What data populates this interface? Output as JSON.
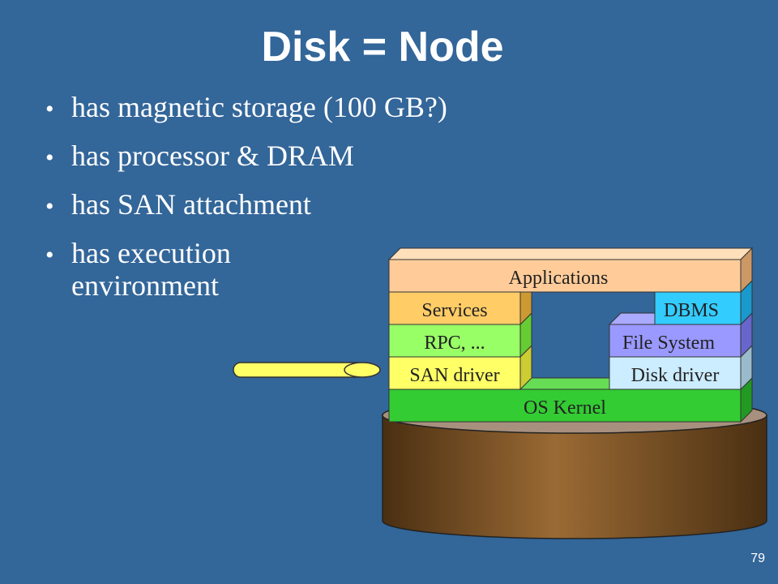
{
  "slide": {
    "title": "Disk = Node",
    "bullets": [
      "has magnetic storage (100 GB?)",
      "has processor & DRAM",
      "has SAN attachment",
      "has execution environment"
    ],
    "page_number": "79"
  },
  "stack": {
    "applications": "Applications",
    "services": "Services",
    "dbms": "DBMS",
    "rpc": "RPC, ...",
    "file_system": "File System",
    "san_driver": "SAN driver",
    "disk_driver": "Disk driver",
    "os_kernel": "OS Kernel"
  },
  "colors": {
    "background": "#336699",
    "applications": "#FFCC99",
    "services": "#FFCC66",
    "dbms": "#33CCFF",
    "rpc": "#99FF66",
    "file_system": "#9999FF",
    "san_driver": "#FFFF66",
    "disk_driver": "#CCECFF",
    "os_kernel": "#33CC33",
    "disk": "#8B5A2B",
    "cable": "#FFFF66"
  }
}
